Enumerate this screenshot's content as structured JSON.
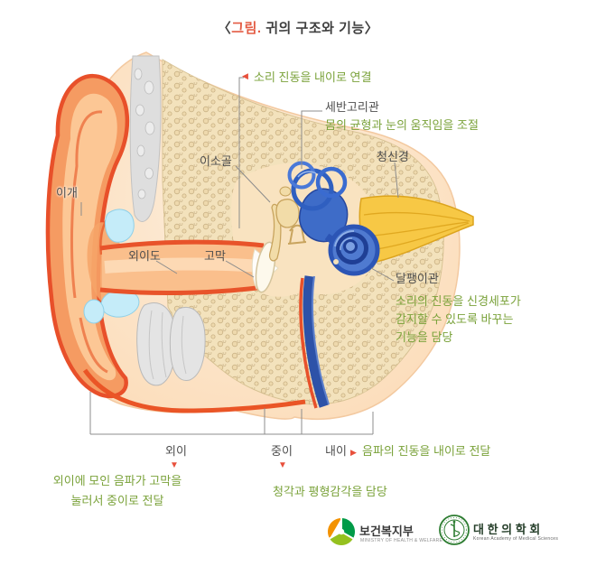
{
  "title": {
    "open": "〈",
    "figure": "그림.",
    "rest": " 귀의 구조와 기능",
    "close": "〉"
  },
  "annotations": {
    "sound_transfer": "소리 진동을 내이로 연결",
    "semicircular_canal": "세반고리관",
    "semicircular_canal_desc": "몸의 균형과 눈의 움직임을 조절",
    "ossicles": "이소골",
    "auditory_nerve": "청신경",
    "auricle": "이개",
    "ear_canal": "외이도",
    "eardrum": "고막",
    "cochlea": "달팽이관",
    "cochlea_desc_1": "소리의 진동을 신경세포가",
    "cochlea_desc_2": "감지할 수 있도록 바꾸는",
    "cochlea_desc_3": "기능을 담당"
  },
  "regions": {
    "outer_ear_label": "외이",
    "outer_ear_desc_1": "외이에 모인 음파가 고막을",
    "outer_ear_desc_2": "눌러서 중이로 전달",
    "middle_ear_label": "중이",
    "middle_ear_desc": "청각과 평형감각을 담당",
    "inner_ear_label": "내이",
    "inner_ear_desc": "음파의 진동을 내이로 전달"
  },
  "icons": {
    "arrow_left": "◀",
    "arrow_down": "▼",
    "arrow_right": "▶"
  },
  "footer": {
    "mohw_name": "보건복지부",
    "mohw_subtitle": "MINISTRY OF HEALTH & WELFARE",
    "kams_name": "대 한 의 학 회",
    "kams_subtitle": "Korean Academy of Medical Sciences"
  },
  "colors": {
    "annotation_green": "#7aa23a",
    "accent_red": "#e8503c",
    "label_gray": "#4e4e4e",
    "title_red": "#e45c44"
  }
}
